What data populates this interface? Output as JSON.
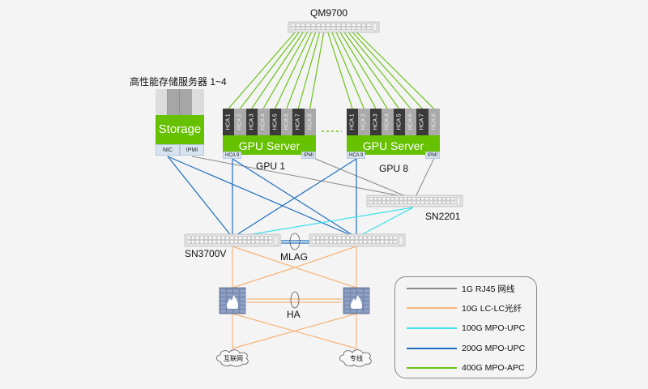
{
  "colors": {
    "background": "#f4f4f4",
    "green_400g": "#6cc318",
    "blue_200g": "#1f6fc0",
    "cyan_100g": "#3ee0ec",
    "orange_10g": "#f7b57a",
    "gray_1g": "#8a8a8a",
    "server_green": "#66c100",
    "port_fill": "#d7e3f1"
  },
  "spine_switch": {
    "label": "QM9700"
  },
  "storage": {
    "title": "高性能存储服务器 1~4",
    "label": "Storage",
    "ports": [
      "NIC",
      "IPMI"
    ]
  },
  "gpu_servers": [
    {
      "name": "GPU 1",
      "label": "GPU Server",
      "hcas": [
        "HCA 1",
        "HCA 2",
        "HCA 3",
        "HCA 4",
        "HCA 5",
        "HCA 6",
        "HCA 7",
        "HCA 8"
      ],
      "left_port": "HCA 9",
      "right_port": "IPMI"
    },
    {
      "name": "GPU 8",
      "label": "GPU Server",
      "hcas": [
        "HCA 1",
        "HCA 2",
        "HCA 3",
        "HCA 4",
        "HCA 5",
        "HCA 6",
        "HCA 7",
        "HCA 8"
      ],
      "left_port": "HCA 9",
      "right_port": "IPMI"
    }
  ],
  "mgmt_switch": {
    "label": "SN2201"
  },
  "leaf_switch": {
    "label": "SN3700V",
    "pair_label": "MLAG"
  },
  "firewalls": {
    "pair_label": "HA"
  },
  "clouds": [
    {
      "label": "互联网"
    },
    {
      "label": "专线"
    }
  ],
  "legend": {
    "items": [
      {
        "label": "1G RJ45 网线",
        "color": "#8a8a8a"
      },
      {
        "label": "10G LC-LC光纤",
        "color": "#f7b57a"
      },
      {
        "label": "100G MPO-UPC",
        "color": "#3ee0ec"
      },
      {
        "label": "200G MPO-UPC",
        "color": "#1f6fc0"
      },
      {
        "label": "400G MPO-APC",
        "color": "#6cc318"
      }
    ]
  }
}
